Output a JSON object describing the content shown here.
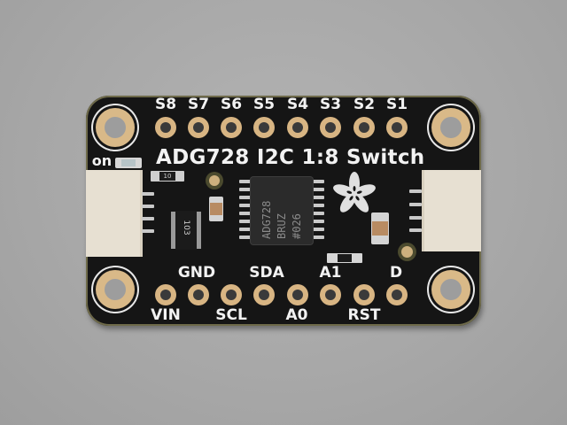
{
  "image": {
    "subject": "Breakout circuit board",
    "background_color": "#a9a9a9",
    "board_color": "#151515",
    "pad_color": "#d8b583"
  },
  "board": {
    "title": "ADG728 I2C 1:8 Switch",
    "power_led_label": "on",
    "top_pins": [
      "S8",
      "S7",
      "S6",
      "S5",
      "S4",
      "S3",
      "S2",
      "S1"
    ],
    "bottom_labels_upper": [
      "GND",
      "SDA",
      "A1",
      "D"
    ],
    "bottom_labels_lower": [
      "VIN",
      "SCL",
      "A0",
      "RST"
    ],
    "chip_marking": [
      "ADG728",
      "BRUZ",
      "#026"
    ],
    "resistor_network_marking": "103",
    "resistor_marking": "10",
    "logo": "flower-logo"
  }
}
